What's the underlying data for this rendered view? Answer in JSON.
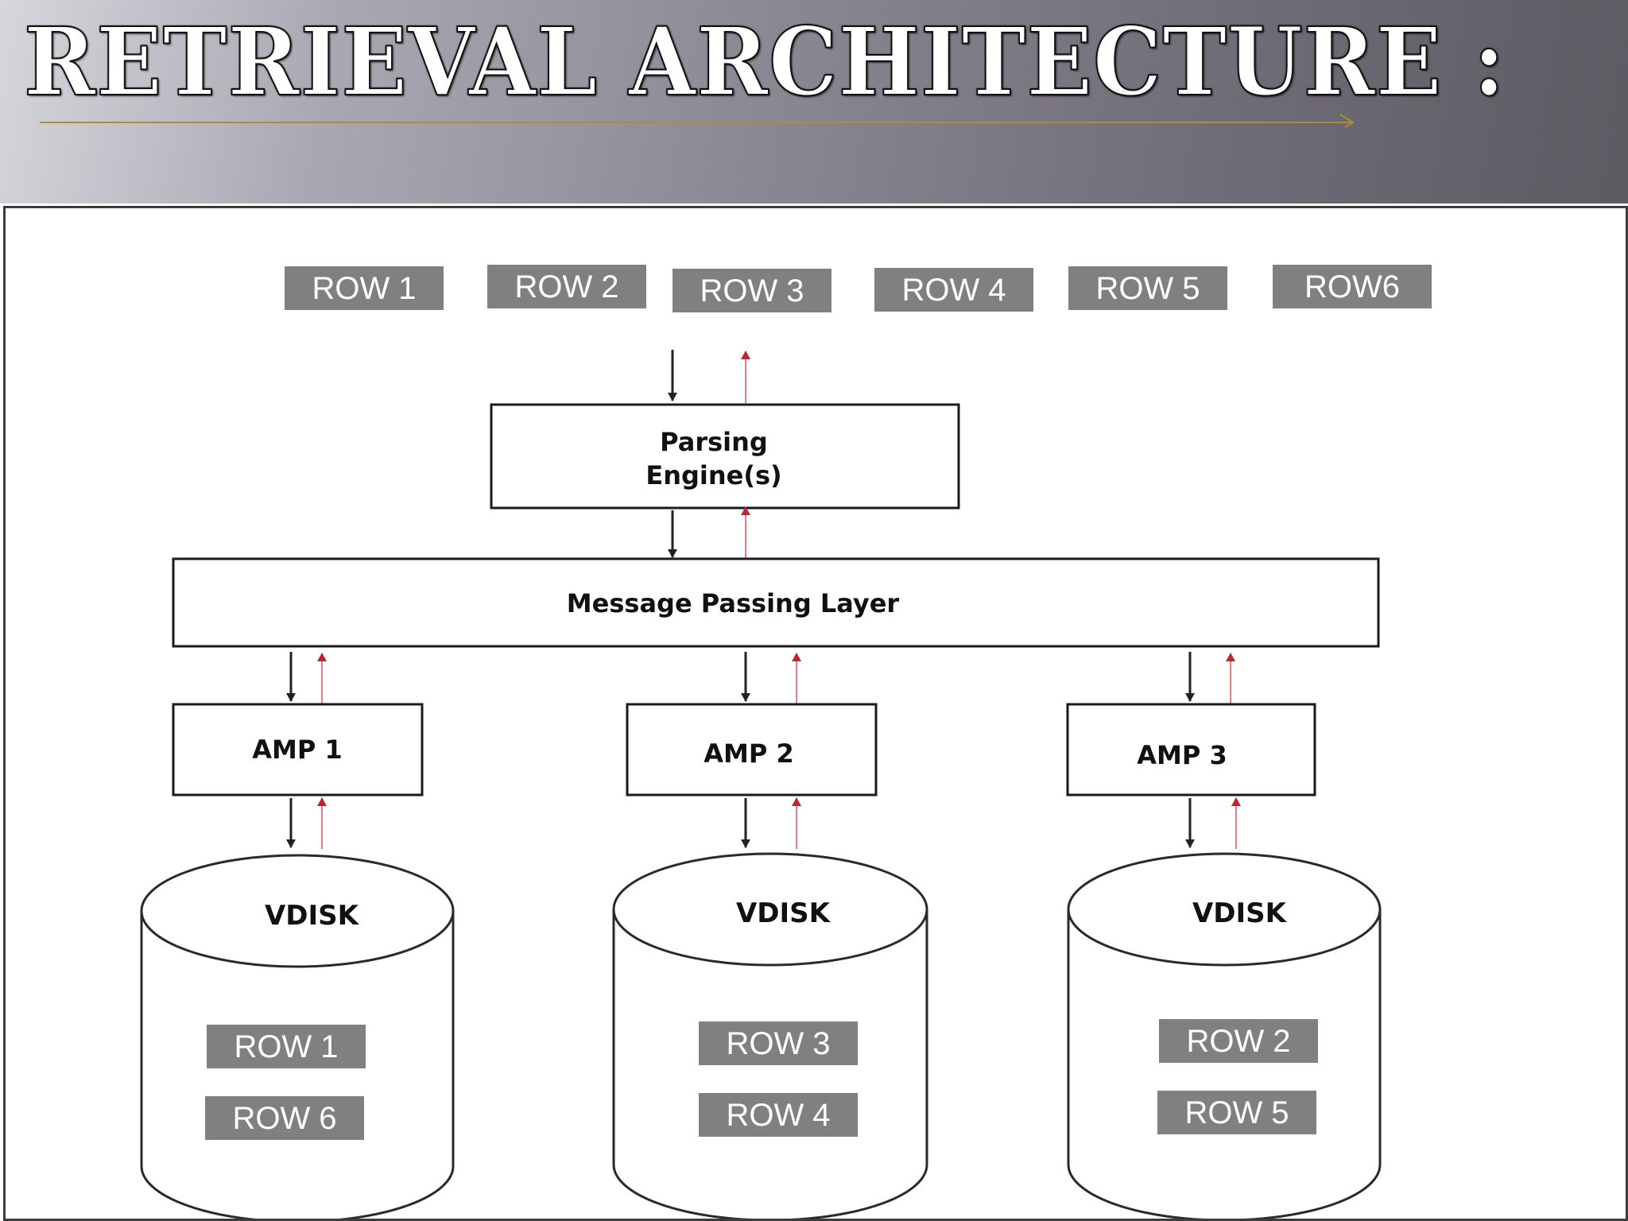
{
  "slide": {
    "title": "RETRIEVAL ARCHITECTURE :"
  },
  "diagram": {
    "top_rows": [
      "ROW 1",
      "ROW 2",
      "ROW 3",
      "ROW 4",
      "ROW 5",
      "ROW6"
    ],
    "parsing_engine": {
      "line1": "Parsing",
      "line2": "Engine(s)"
    },
    "message_layer": "Message Passing Layer",
    "amps": [
      {
        "label": "AMP 1",
        "disk_label": "VDISK",
        "rows": [
          "ROW 1",
          "ROW 6"
        ]
      },
      {
        "label": "AMP 2",
        "disk_label": "VDISK",
        "rows": [
          "ROW 3",
          "ROW 4"
        ]
      },
      {
        "label": "AMP 3",
        "disk_label": "VDISK",
        "rows": [
          "ROW 2",
          "ROW 5"
        ]
      }
    ]
  },
  "colors": {
    "row_box": "#808080",
    "request_arrow": "#222222",
    "response_arrow": "#c0262c",
    "title_rule": "#b08d2e"
  }
}
